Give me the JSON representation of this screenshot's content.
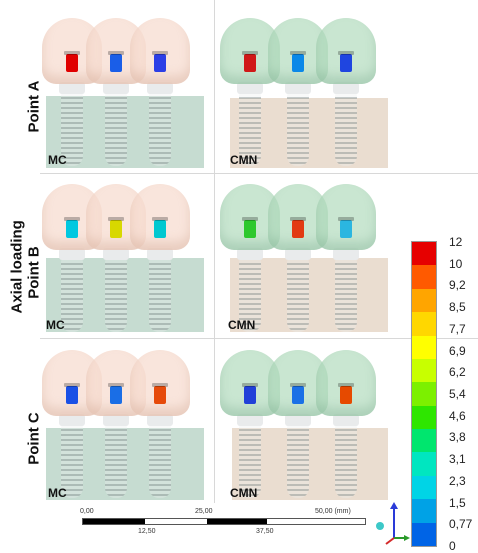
{
  "row_labels": [
    "Point A",
    "Point B",
    "Point C"
  ],
  "side_label": "Axial loading",
  "panel_labels": {
    "left": "MC",
    "right": "CMN"
  },
  "legend": {
    "ticks": [
      "12",
      "10",
      "9,2",
      "8,5",
      "7,7",
      "6,9",
      "6,2",
      "5,4",
      "4,6",
      "3,8",
      "3,1",
      "2,3",
      "1,5",
      "0,77",
      "0"
    ],
    "colors": [
      "#e60000",
      "#ff5a00",
      "#ffa500",
      "#ffd700",
      "#ffff00",
      "#c8ff00",
      "#7cf000",
      "#2ee600",
      "#00e66e",
      "#00e6c0",
      "#00d4e6",
      "#00a2e6",
      "#0064e6",
      "#1e2ee6",
      "#3c14c8"
    ]
  },
  "scale_bar": {
    "top_labels": [
      "0,00",
      "25,00",
      "50,00 (mm)"
    ],
    "bottom_labels": [
      "12,50",
      "37,50"
    ]
  },
  "screw_colors": {
    "A": {
      "mc": [
        "#e00000",
        "#1a5ee8",
        "#2b3ee6"
      ],
      "cmn": [
        "#d01818",
        "#0a88e8",
        "#1f45e0"
      ]
    },
    "B": {
      "mc": [
        "#00c8e0",
        "#d8d800",
        "#00c8d0"
      ],
      "cmn": [
        "#2ec82e",
        "#e23a12",
        "#2bb6e0"
      ]
    },
    "C": {
      "mc": [
        "#1a50e6",
        "#1a6ee6",
        "#e64a0a"
      ],
      "cmn": [
        "#2040d8",
        "#1a70e6",
        "#e64a00"
      ]
    }
  }
}
